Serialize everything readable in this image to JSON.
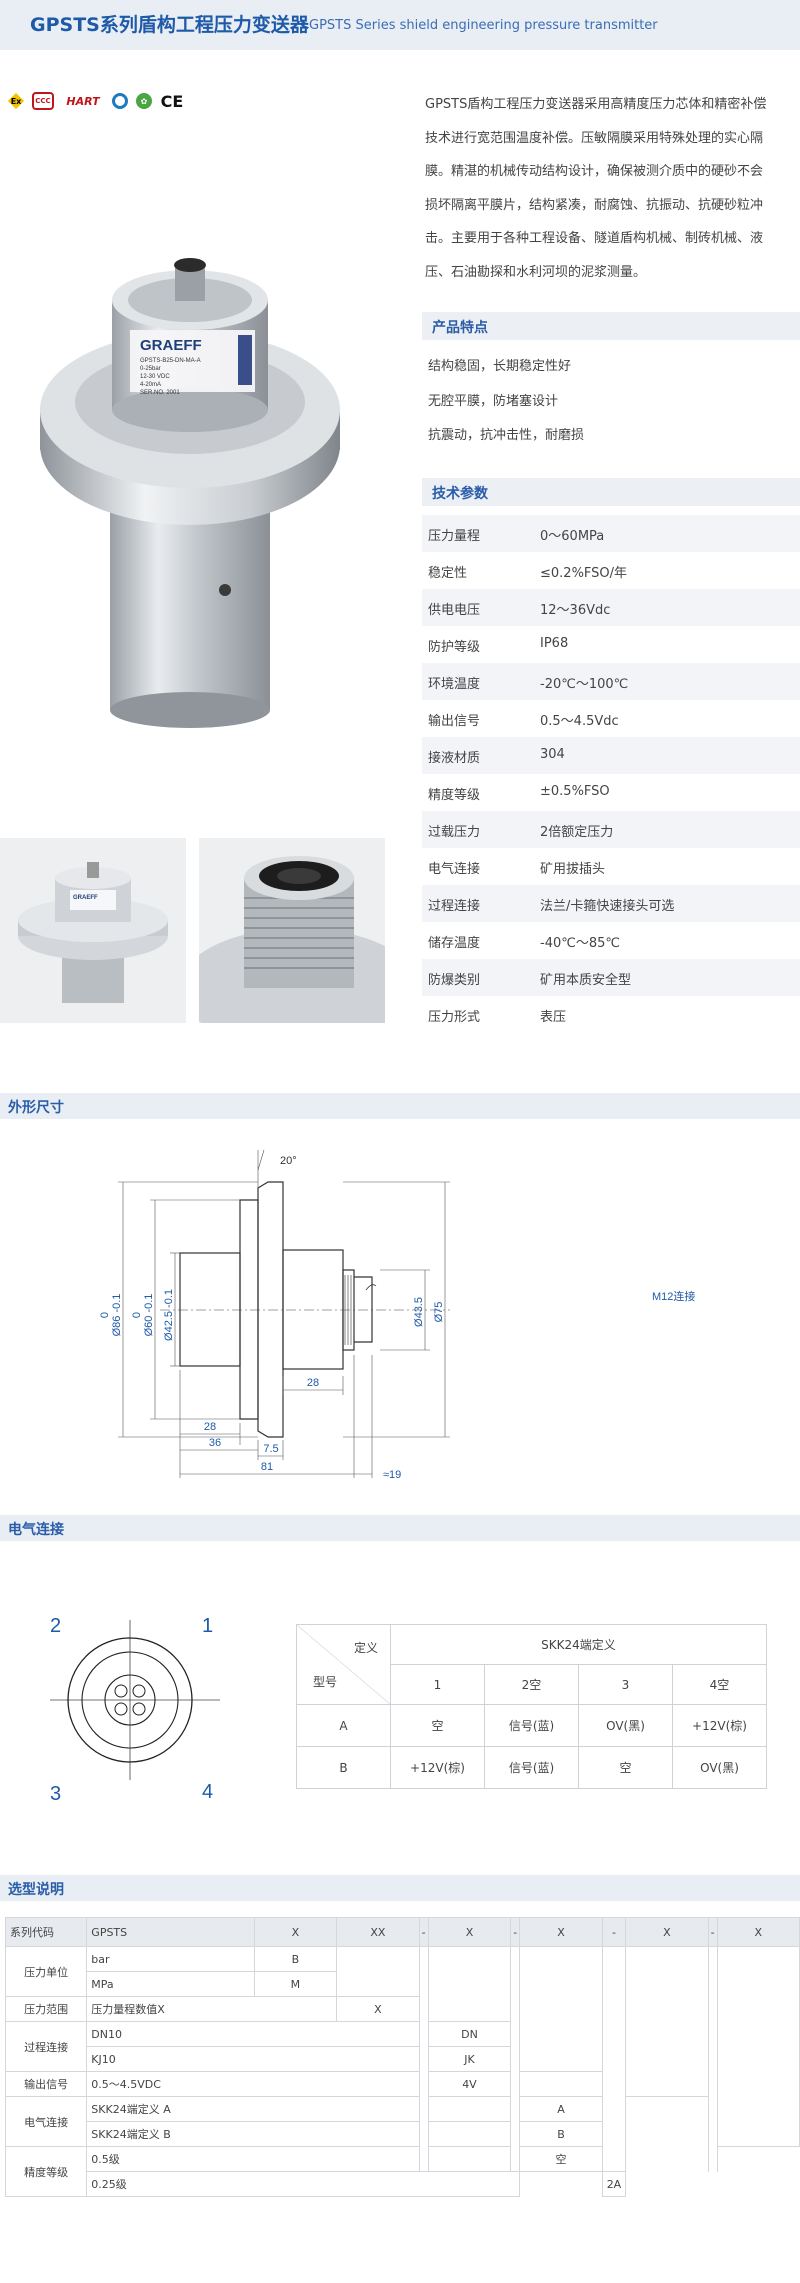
{
  "header": {
    "title_cn": "GPSTS系列盾构工程压力变送器",
    "title_en": "GPSTS Series shield engineering pressure transmitter"
  },
  "icons": [
    "ex-icon",
    "ccc-icon",
    "hart-icon",
    "ring-icon",
    "rohs-icon",
    "ce-icon"
  ],
  "icon_labels": {
    "ex": "Ex",
    "hart": "HART",
    "ce": "CE",
    "ccc": "CCC"
  },
  "product_image": {
    "brand": "GRAEFF",
    "label_lines": [
      "GPSTS-B25-DN-MA-A",
      "0-25bar",
      "12-30 VDC",
      "4-20mA",
      "SER.NO. 2001"
    ]
  },
  "description": [
    "GPSTS盾构工程压力变送器采用高精度压力芯体和精密补偿",
    "技术进行宽范围温度补偿。压敏隔膜采用特殊处理的实心隔",
    "膜。精湛的机械传动结构设计，确保被测介质中的硬砂不会",
    "损坏隔离平膜片，结构紧凑，耐腐蚀、抗振动、抗硬砂粒冲",
    "击。主要用于各种工程设备、隧道盾构机械、制砖机械、液",
    "压、石油勘探和水利河坝的泥浆测量。"
  ],
  "features": {
    "title": "产品特点",
    "items": [
      "结构稳固，长期稳定性好",
      "无腔平膜，防堵塞设计",
      "抗震动，抗冲击性，耐磨损"
    ]
  },
  "specs": {
    "title": "技术参数",
    "rows": [
      {
        "k": "压力量程",
        "v": "0～60MPa"
      },
      {
        "k": "稳定性",
        "v": "≤0.2%FSO/年"
      },
      {
        "k": "供电电压",
        "v": "12～36Vdc"
      },
      {
        "k": "防护等级",
        "v": "IP68"
      },
      {
        "k": "环境温度",
        "v": "-20℃～100℃"
      },
      {
        "k": "输出信号",
        "v": "0.5～4.5Vdc"
      },
      {
        "k": "接液材质",
        "v": "304"
      },
      {
        "k": "精度等级",
        "v": "±0.5%FSO"
      },
      {
        "k": "过载压力",
        "v": "2倍额定压力"
      },
      {
        "k": "电气连接",
        "v": "矿用拔插头"
      },
      {
        "k": "过程连接",
        "v": "法兰/卡箍快速接头可选"
      },
      {
        "k": "储存温度",
        "v": "-40℃～85℃"
      },
      {
        "k": "防爆类别",
        "v": "矿用本质安全型"
      },
      {
        "k": "压力形式",
        "v": "表压"
      }
    ]
  },
  "dimensions": {
    "title": "外形尺寸",
    "labels": {
      "angle": "20°",
      "d86": "Ø86 -0.1",
      "d86_top": "0",
      "d60": "Ø60 -0.1",
      "d60_top": "0",
      "d425": "Ø42.5 -0.1",
      "d435": "Ø43.5",
      "d75": "Ø75",
      "m12": "M12连接",
      "w28a": "28",
      "w36": "36",
      "w75": "7.5",
      "w28b": "28",
      "w81": "81",
      "w19": "≈19"
    }
  },
  "electrical": {
    "title": "电气连接",
    "pins": [
      "1",
      "2",
      "3",
      "4"
    ],
    "table": {
      "corner_def": "定义",
      "corner_type": "型号",
      "group": "SKK24端定义",
      "cols": [
        "1",
        "2空",
        "3",
        "4空"
      ],
      "rows": [
        {
          "model": "A",
          "cells": [
            "空",
            "信号(蓝)",
            "OV(黑)",
            "+12V(棕)"
          ]
        },
        {
          "model": "B",
          "cells": [
            "+12V(棕)",
            "信号(蓝)",
            "空",
            "OV(黑)"
          ]
        }
      ]
    }
  },
  "selection": {
    "title": "选型说明",
    "head": [
      "系列代码",
      "GPSTS",
      "X",
      "XX",
      "-",
      "X",
      "-",
      "X",
      "-",
      "X",
      "-",
      "X"
    ],
    "pressure_unit": {
      "label": "压力单位",
      "r1": "bar",
      "r1v": "B",
      "r2": "MPa",
      "r2v": "M"
    },
    "pressure_range": {
      "label": "压力范围",
      "text": "压力量程数值X",
      "v": "X"
    },
    "process": {
      "label": "过程连接",
      "r1": "DN10",
      "r1v": "DN",
      "r2": "KJ10",
      "r2v": "JK"
    },
    "output": {
      "label": "输出信号",
      "text": "0.5～4.5VDC",
      "v": "4V"
    },
    "electric": {
      "label": "电气连接",
      "r1": "SKK24端定义 A",
      "r1v": "A",
      "r2": "SKK24端定义 B",
      "r2v": "B"
    },
    "accuracy": {
      "label": "精度等级",
      "r1": "0.5级",
      "r1v": "空",
      "r2": "0.25级",
      "r2v": "2A"
    }
  }
}
